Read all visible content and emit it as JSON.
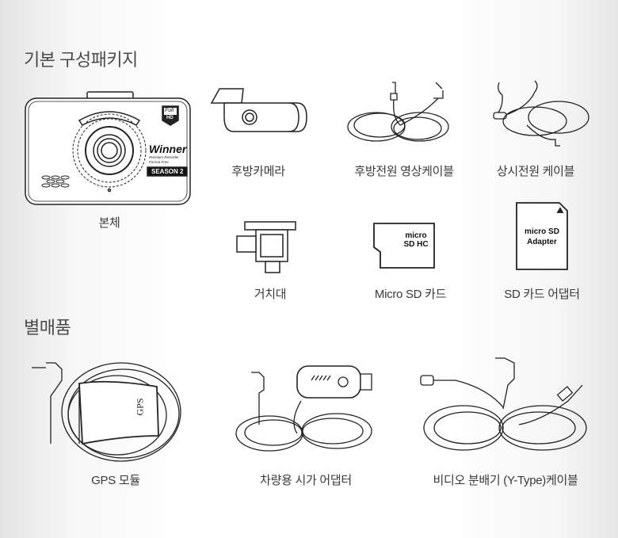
{
  "sections": [
    {
      "title": "기본 구성패키지",
      "items": [
        {
          "label": "본체",
          "device_text": {
            "brand": "Winner",
            "tagline1": "Premium Recorder",
            "tagline2": "Format Free",
            "badge": "SEASON 2",
            "hd_top": "Full",
            "hd_bottom": "HD"
          }
        },
        {
          "label": "후방카메라"
        },
        {
          "label": "후방전원 영상케이블"
        },
        {
          "label": "상시전원 케이블"
        },
        {
          "label": "거치대"
        },
        {
          "label": "Micro SD 카드",
          "card_text": "micro SD HC"
        },
        {
          "label": "SD 카드 어댑터",
          "card_text": "micro SD Adapter"
        }
      ]
    },
    {
      "title": "별매품",
      "items": [
        {
          "label": "GPS 모듈",
          "module_text": "GPS"
        },
        {
          "label": "차량용 시가 어댑터"
        },
        {
          "label": "비디오 분배기 (Y-Type)케이블"
        }
      ]
    }
  ]
}
